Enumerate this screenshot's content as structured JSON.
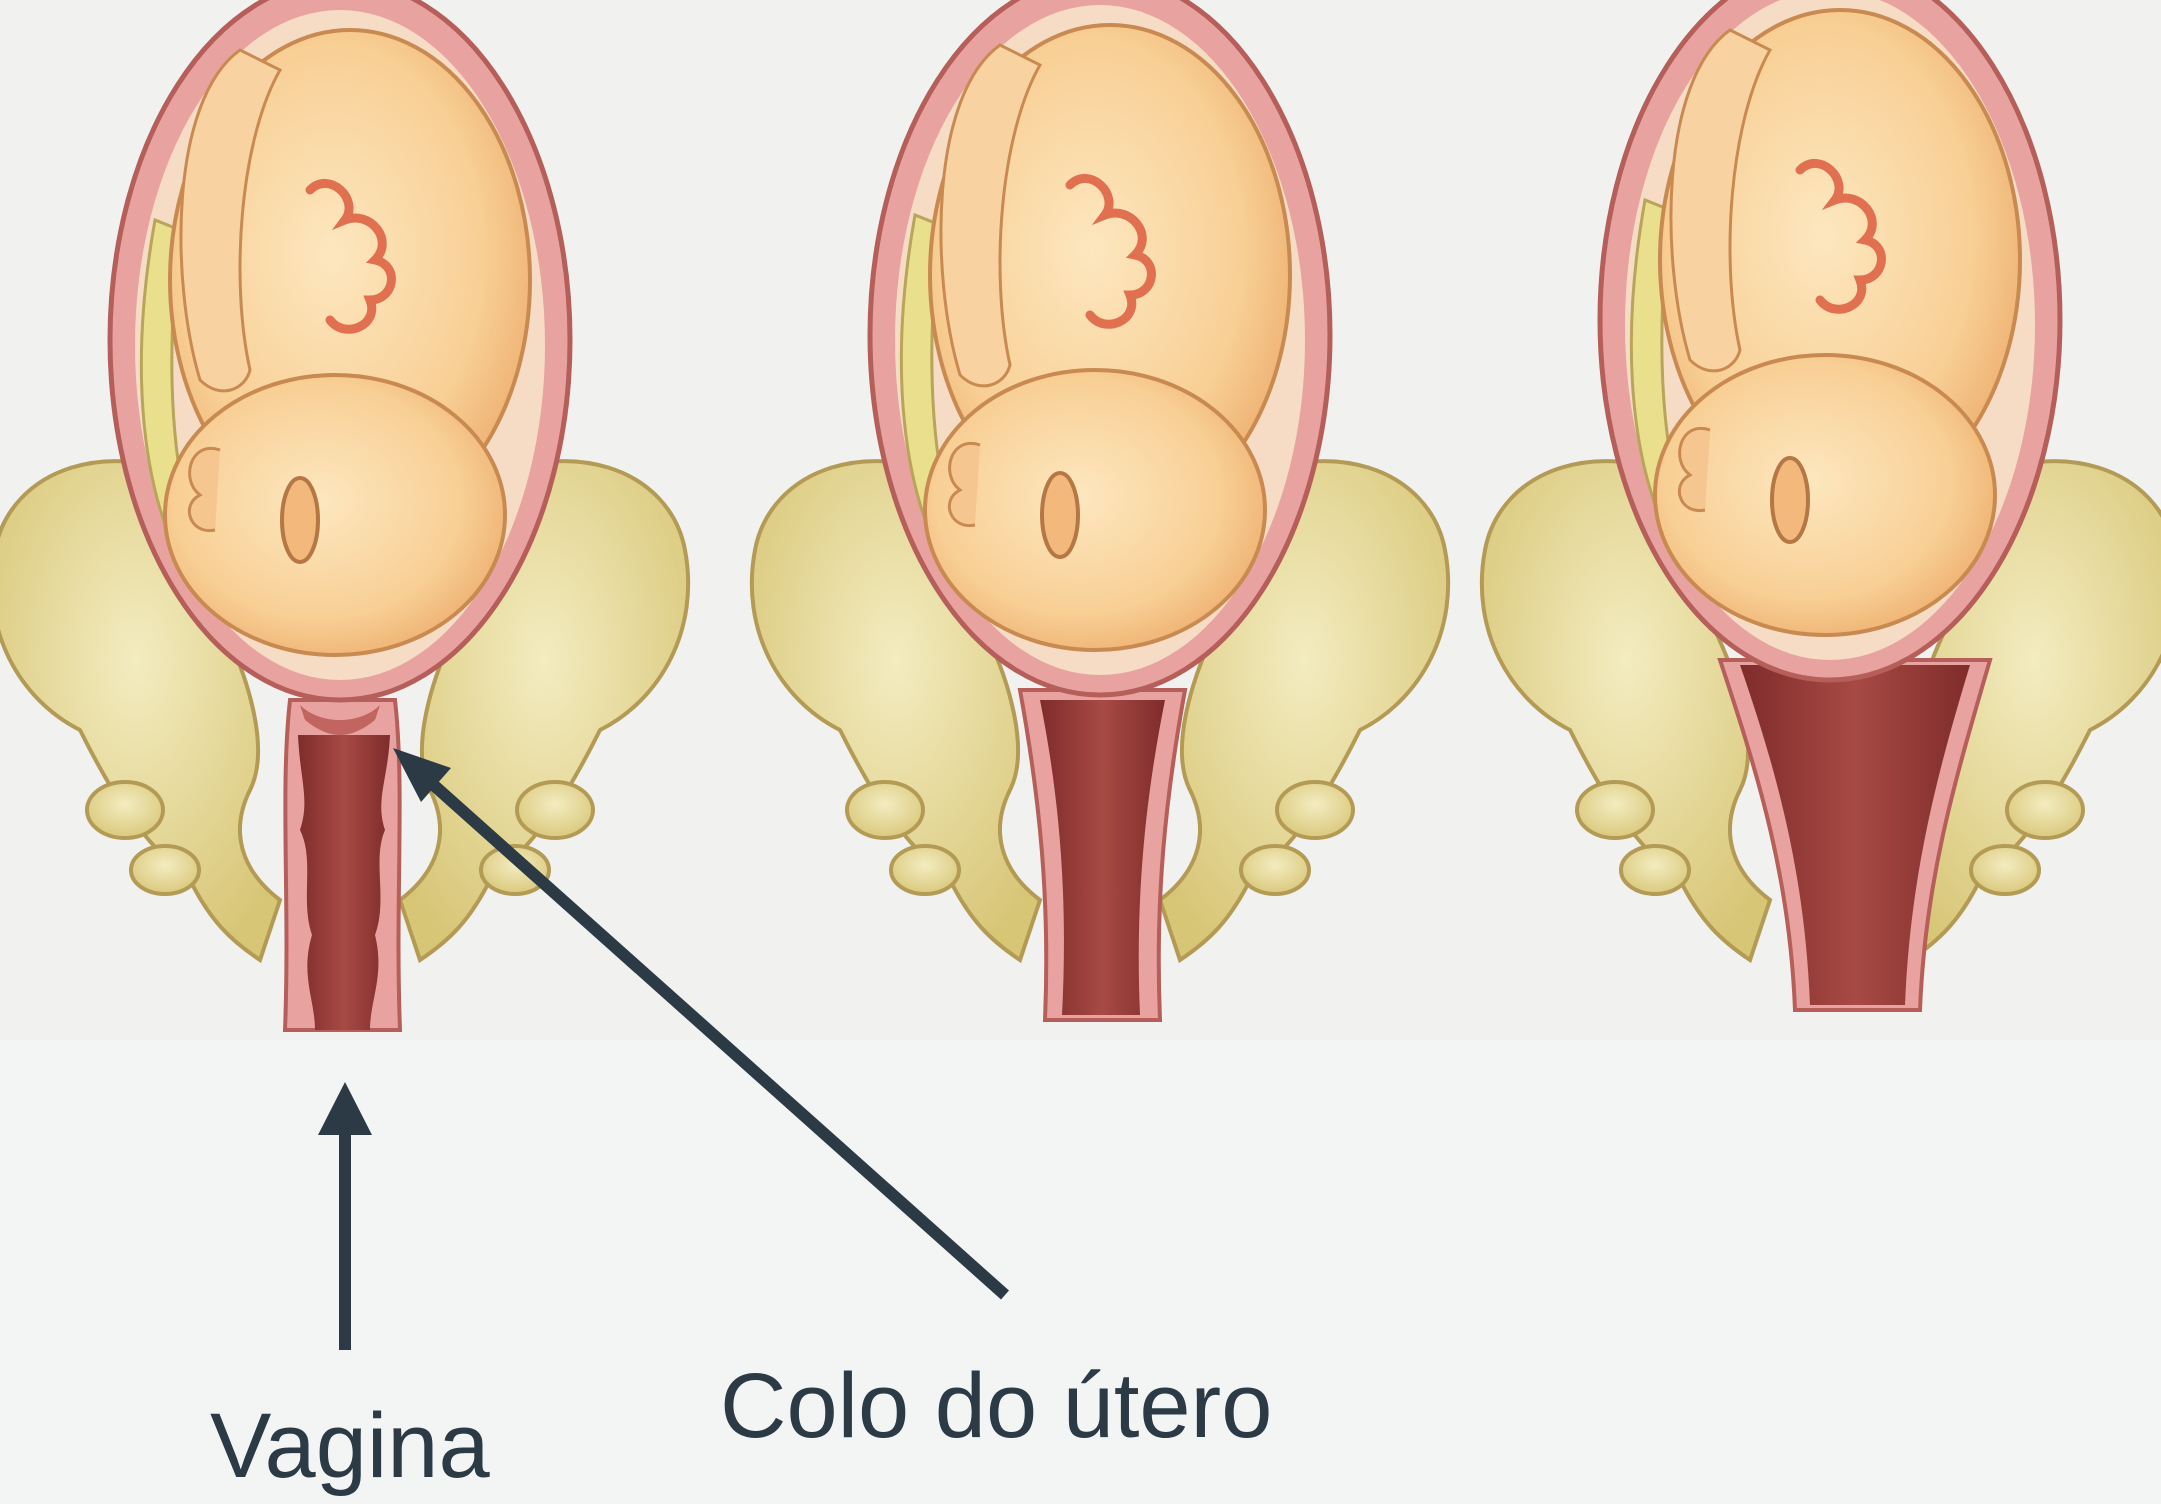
{
  "labels": {
    "vagina": "Vagina",
    "colo_do_utero": "Colo do útero"
  },
  "colors": {
    "page_background": "#f3f5f5",
    "illustration_background": "#f1f1ef",
    "label_text": "#2b3a45",
    "arrow": "#2b3a45",
    "uterus_wall": "#d98a8a",
    "fetus_skin": "#f7c98f",
    "pelvis_bone": "#e3d58c",
    "canal": "#9c3f3a"
  },
  "stages": [
    {
      "name": "cervix-closed"
    },
    {
      "name": "cervix-partially-dilated"
    },
    {
      "name": "cervix-fully-dilated"
    }
  ]
}
